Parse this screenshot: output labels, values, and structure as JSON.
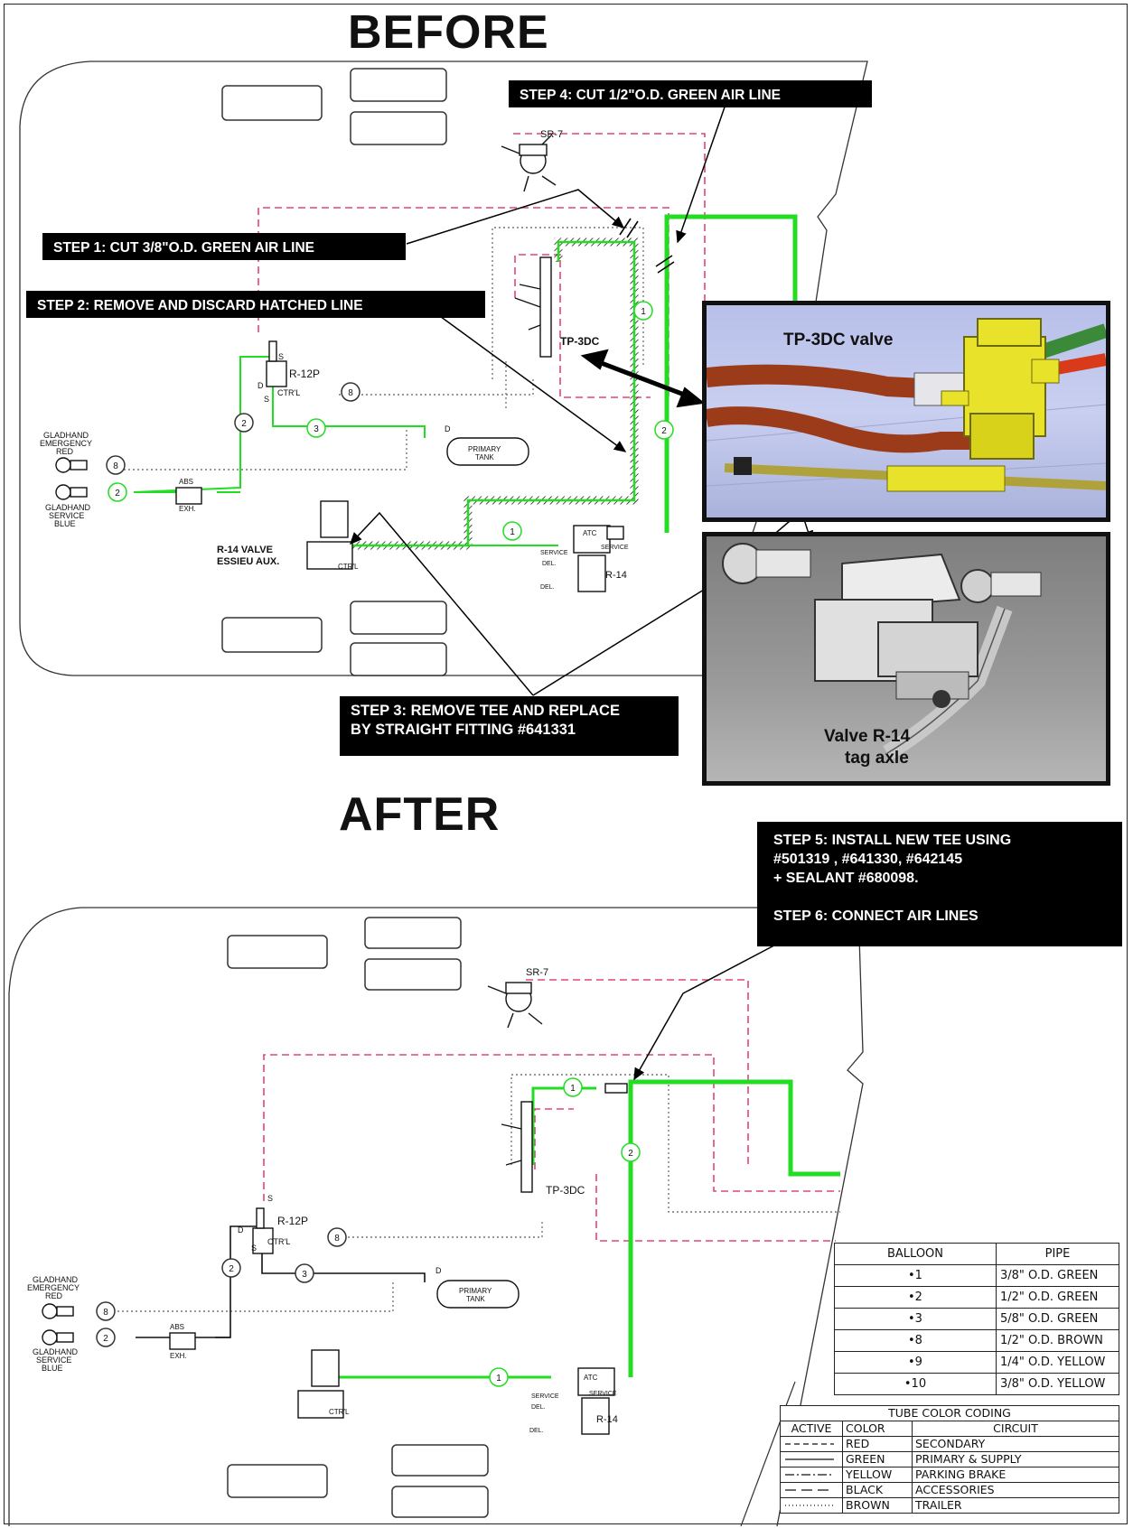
{
  "titles": {
    "before": "BEFORE",
    "after": "AFTER"
  },
  "steps": {
    "step1": "STEP 1: CUT 3/8\"O.D. GREEN AIR LINE",
    "step2": "STEP 2: REMOVE AND DISCARD HATCHED LINE",
    "step3": "STEP 3: REMOVE TEE AND REPLACE\nBY STRAIGHT FITTING #641331",
    "step4": "STEP 4: CUT 1/2\"O.D. GREEN AIR LINE",
    "step5": "STEP 5: INSTALL NEW TEE USING\n#501319 , #641330, #642145\n+ SEALANT #680098.\n\nSTEP 6: CONNECT AIR LINES"
  },
  "photos": {
    "tp3dc_label": "TP-3DC valve",
    "r14_label_line1": "Valve R-14",
    "r14_label_line2": "tag axle"
  },
  "components": {
    "sr7": "SR-7",
    "tp3dc": "TP-3DC",
    "r12p": "R-12P",
    "ctrl": "CTR'L",
    "primary_tank_1": "PRIMARY",
    "primary_tank_2": "TANK",
    "r14": "R-14",
    "atc": "ATC",
    "service": "SERVICE",
    "del": "DEL.",
    "abs": "ABS",
    "exh": "EXH.",
    "r14_valve_1": "R-14 VALVE",
    "r14_valve_2": "ESSIEU AUX.",
    "gladhand_emergency_1": "GLADHAND",
    "gladhand_emergency_2": "EMERGENCY",
    "gladhand_emergency_3": "RED",
    "gladhand_service_1": "GLADHAND",
    "gladhand_service_2": "SERVICE",
    "gladhand_service_3": "BLUE",
    "port_s": "S",
    "port_d": "D"
  },
  "balloons": {
    "b1": "1",
    "b2": "2",
    "b3": "3",
    "b8": "8"
  },
  "balloon_table": {
    "headers": [
      "BALLOON",
      "PIPE"
    ],
    "rows": [
      [
        "•1",
        "3/8\" O.D. GREEN"
      ],
      [
        "•2",
        "1/2\" O.D. GREEN"
      ],
      [
        "•3",
        "5/8\" O.D. GREEN"
      ],
      [
        "•8",
        "1/2\" O.D. BROWN"
      ],
      [
        "•9",
        "1/4\" O.D. YELLOW"
      ],
      [
        "•10",
        "3/8\" O.D. YELLOW"
      ]
    ]
  },
  "color_table": {
    "title": "TUBE COLOR CODING",
    "headers": [
      "ACTIVE",
      "COLOR",
      "CIRCUIT"
    ],
    "rows": [
      [
        "RED",
        "SECONDARY"
      ],
      [
        "GREEN",
        "PRIMARY & SUPPLY"
      ],
      [
        "YELLOW",
        "PARKING BRAKE"
      ],
      [
        "BLACK",
        "ACCESSORIES"
      ],
      [
        "BROWN",
        "TRAILER"
      ]
    ]
  },
  "colors": {
    "green": "#22dd22",
    "red": "#e0457a",
    "black": "#111111"
  }
}
